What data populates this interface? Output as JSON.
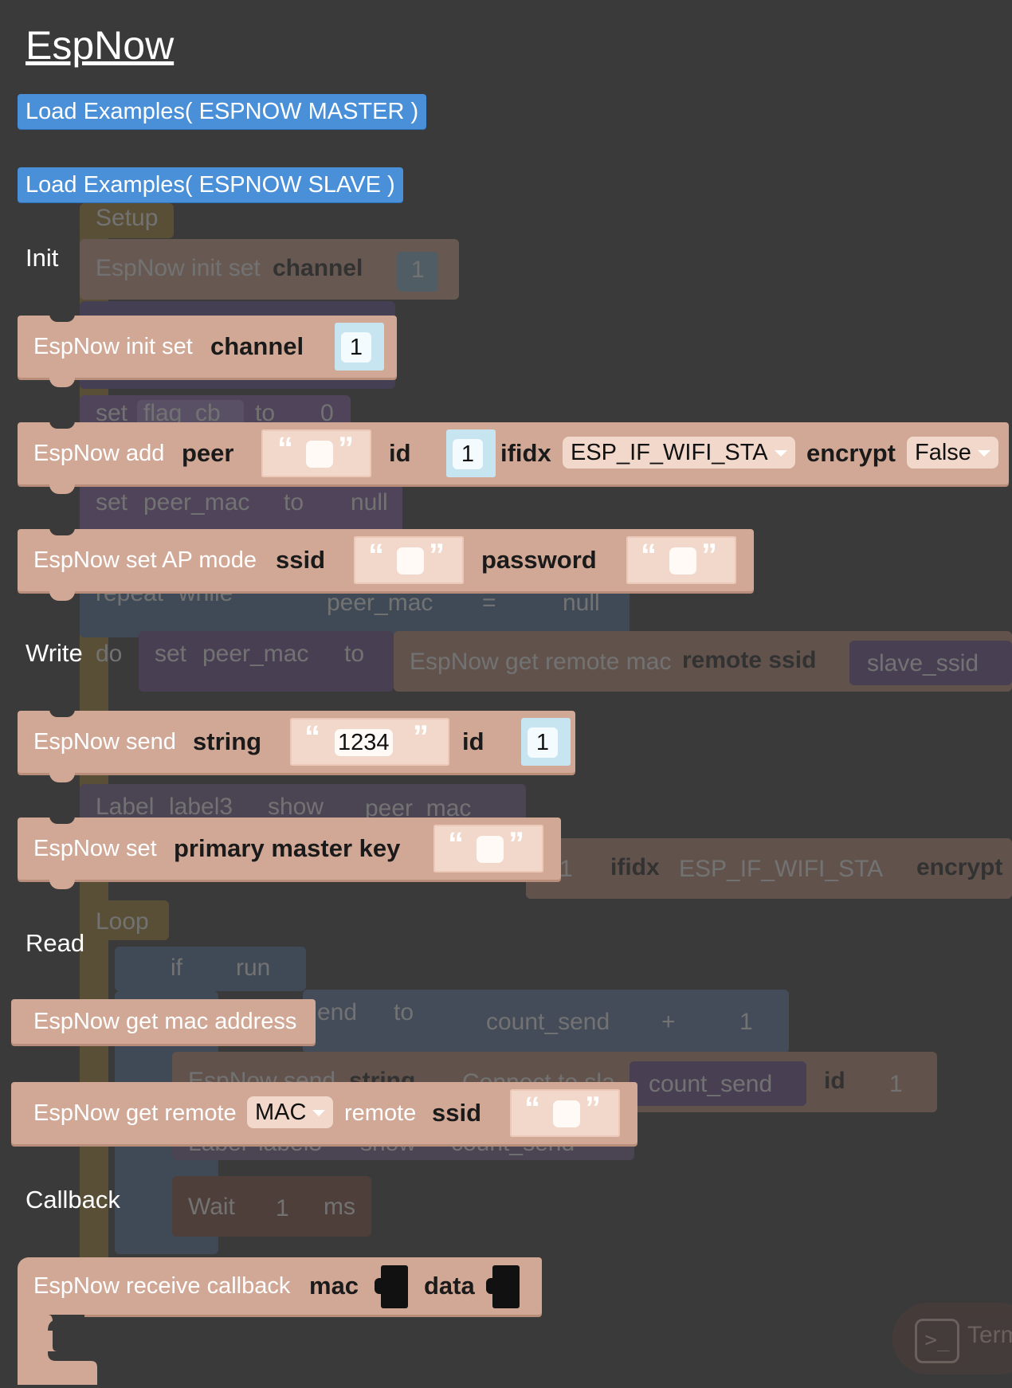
{
  "page": {
    "title": "EspNow"
  },
  "buttons": {
    "load_master": "Load Examples( ESPNOW MASTER )",
    "load_slave": "Load Examples( ESPNOW SLAVE )"
  },
  "sections": {
    "init": "Init",
    "write": "Write",
    "read": "Read",
    "callback": "Callback"
  },
  "blocks": {
    "init": {
      "label": "EspNow init set",
      "param": "channel",
      "channel_value": "1"
    },
    "add_peer": {
      "label": "EspNow add",
      "peer_label": "peer",
      "peer_value": "",
      "id_label": "id",
      "id_value": "1",
      "ifidx_label": "ifidx",
      "ifidx_value": "ESP_IF_WIFI_STA",
      "encrypt_label": "encrypt",
      "encrypt_value": "False"
    },
    "ap_mode": {
      "label": "EspNow set AP mode",
      "ssid_label": "ssid",
      "ssid_value": "",
      "password_label": "password",
      "password_value": ""
    },
    "send": {
      "label": "EspNow send",
      "string_label": "string",
      "string_value": "1234",
      "id_label": "id",
      "id_value": "1"
    },
    "pmk": {
      "label": "EspNow set",
      "param": "primary master key",
      "value": ""
    },
    "get_mac": {
      "label": "EspNow get mac address"
    },
    "get_remote": {
      "label": "EspNow get remote",
      "mode_value": "MAC",
      "remote_label": "remote",
      "ssid_label": "ssid",
      "ssid_value": ""
    },
    "recv_cb": {
      "label": "EspNow receive callback",
      "mac_label": "mac",
      "data_label": "data"
    }
  },
  "workspace": {
    "setup": "Setup",
    "init_label": "EspNow init set",
    "init_param": "channel",
    "init_value": "1",
    "set1": "set",
    "var1": "flag_cb",
    "to1": "to",
    "val1": "0",
    "set2": "set",
    "var2": "peer_mac",
    "to2": "to",
    "val2": "null",
    "repeat": "repeat",
    "while": "while",
    "cmp_var": "peer_mac",
    "cmp_op": "=",
    "cmp_val": "null",
    "do": "do",
    "set3": "set",
    "var3": "peer_mac",
    "to3": "to",
    "get_remote": "EspNow get remote mac",
    "remote_ssid": "remote ssid",
    "slave_ssid": "slave_ssid",
    "label_kw": "Label",
    "label_name": "label3",
    "show": "show",
    "show_var": "peer_mac",
    "ws_id_value": "1",
    "ws_ifidx": "ifidx",
    "ws_ifidx_value": "ESP_IF_WIFI_STA",
    "ws_encrypt": "encrypt",
    "loop": "Loop",
    "if": "if",
    "run": "run",
    "count_var_frag": "end",
    "to4": "to",
    "count_send": "count_send",
    "plus": "+",
    "one": "1",
    "send_frag": "EspNow send",
    "string_frag": "string",
    "connect_frag": "Connect to sla",
    "count_send2": "count_send",
    "id2": "id",
    "id2_value": "1",
    "label2_kw": "Label",
    "label2_name": "label3",
    "show2": "show",
    "show2_var": "count_send",
    "wait": "Wait",
    "wait_value": "1",
    "ms": "ms",
    "terminal": "Term"
  },
  "colors": {
    "block": "#d1a896",
    "accent_button": "#4a90d9",
    "background": "#3a3a3a",
    "number_field": "#c7e4f1"
  }
}
